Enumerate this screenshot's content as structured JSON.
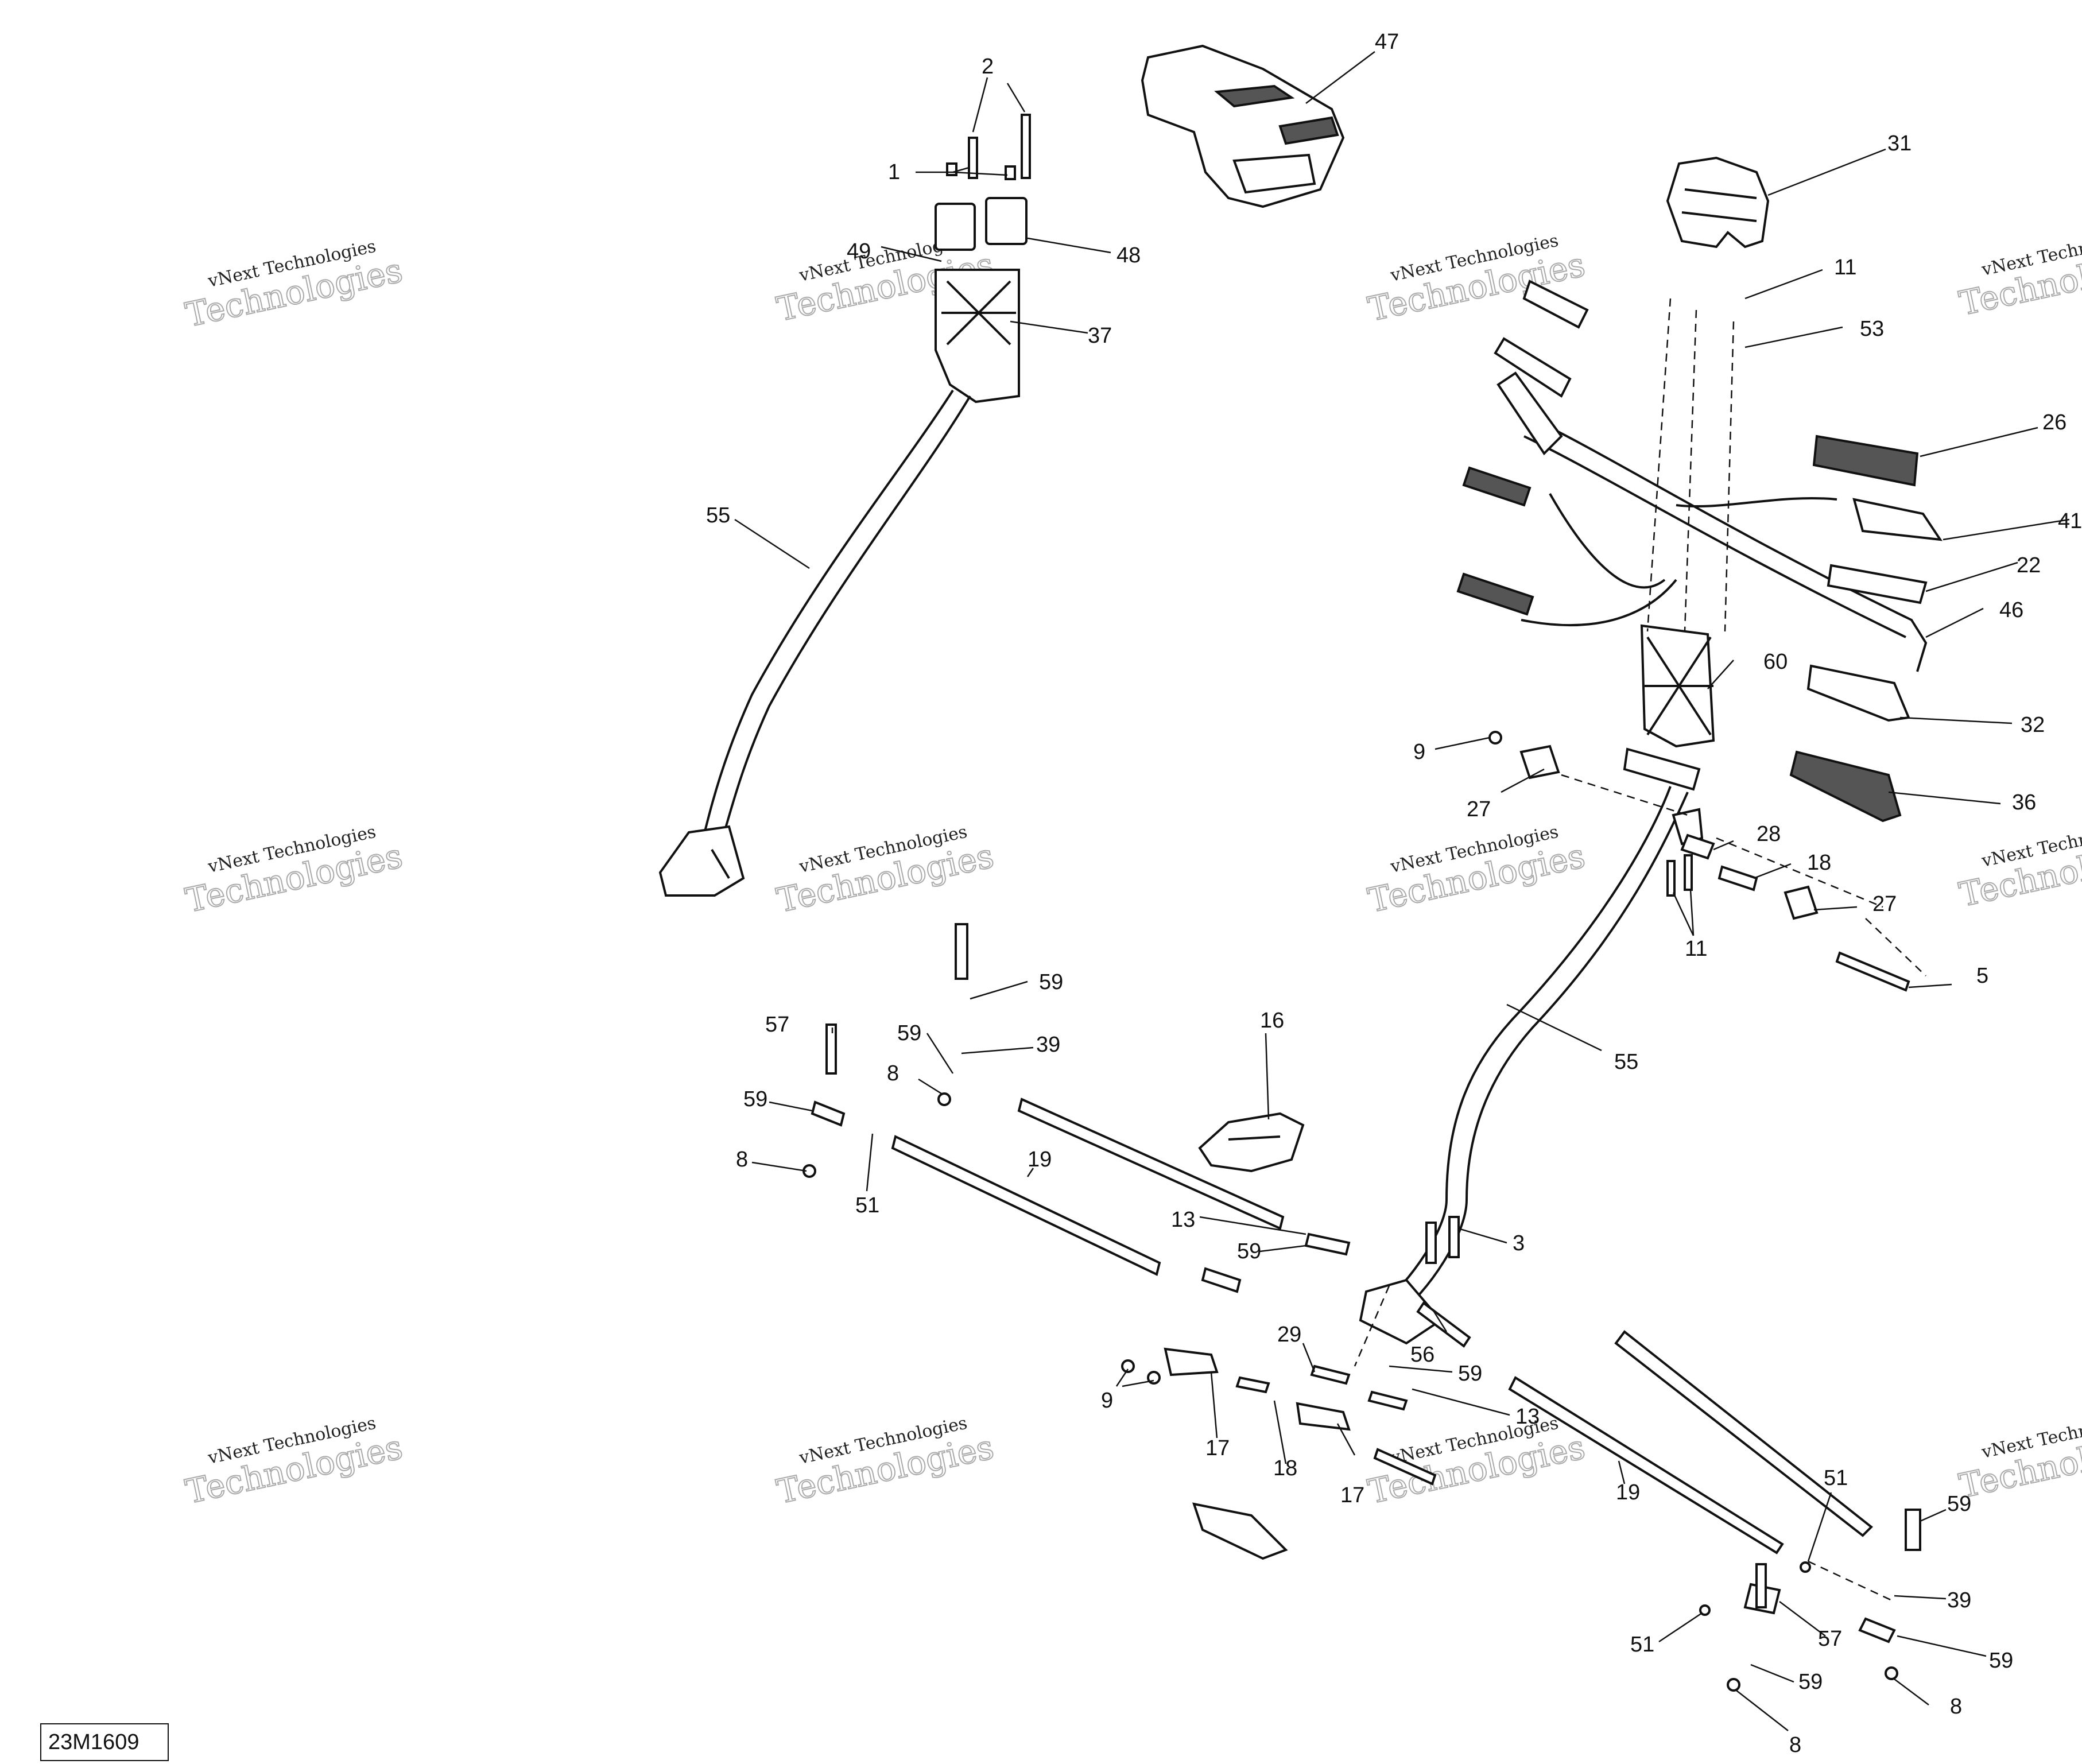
{
  "diagram_code": "23M1609",
  "watermark": {
    "line1": "vNext Technologies",
    "line2": "Technologies"
  },
  "callouts": [
    "47",
    "31",
    "2",
    "1",
    "49",
    "48",
    "37",
    "55",
    "11",
    "53",
    "26",
    "41",
    "22",
    "46",
    "60",
    "32",
    "9",
    "27",
    "36",
    "28",
    "18",
    "27",
    "11",
    "5",
    "59",
    "57",
    "59",
    "39",
    "8",
    "59",
    "8",
    "51",
    "19",
    "16",
    "13",
    "59",
    "55",
    "3",
    "29",
    "56",
    "59",
    "9",
    "17",
    "18",
    "13",
    "17",
    "19",
    "51",
    "59",
    "39",
    "57",
    "51",
    "59",
    "59",
    "8",
    "8"
  ]
}
